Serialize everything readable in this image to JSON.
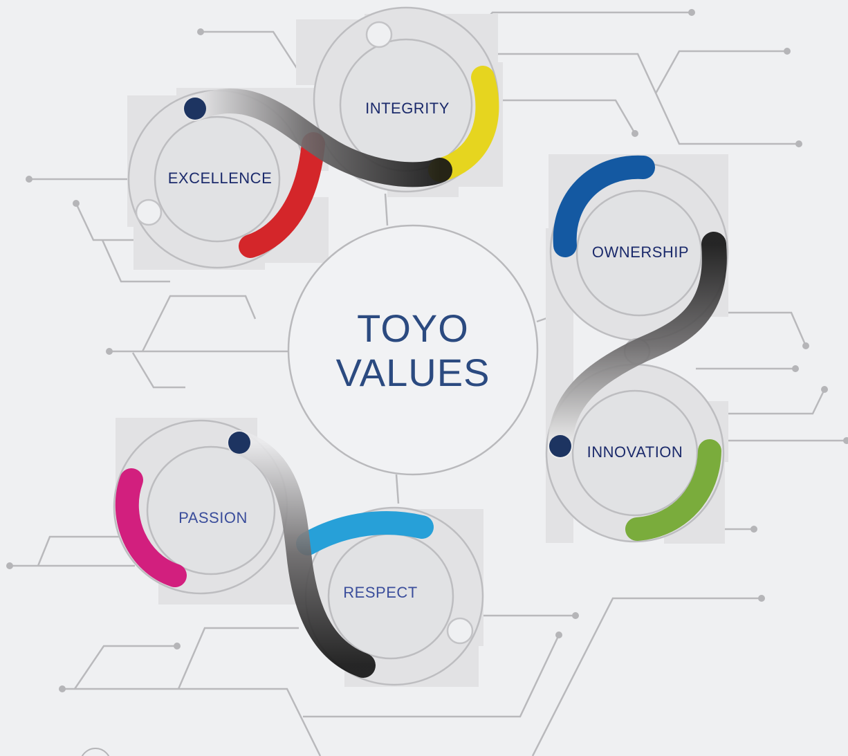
{
  "center": {
    "line1": "TOYO",
    "line2": "VALUES"
  },
  "values": [
    {
      "key": "integrity",
      "label": "INTEGRITY",
      "color": "#e6d51f"
    },
    {
      "key": "excellence",
      "label": "EXCELLENCE",
      "color": "#d4262a"
    },
    {
      "key": "ownership",
      "label": "OWNERSHIP",
      "color": "#1459a2"
    },
    {
      "key": "innovation",
      "label": "INNOVATION",
      "color": "#7aac3c"
    },
    {
      "key": "passion",
      "label": "PASSION",
      "color": "#d21f7e"
    },
    {
      "key": "respect",
      "label": "RESPECT",
      "color": "#27a0d8"
    }
  ],
  "colors": {
    "background": "#eff0f2",
    "label_dark": "#1b2a6b",
    "label_light": "#3a4d9b",
    "title": "#2b4a80",
    "node_dot": "#1d3461",
    "circuit": "#b5b5b8"
  }
}
